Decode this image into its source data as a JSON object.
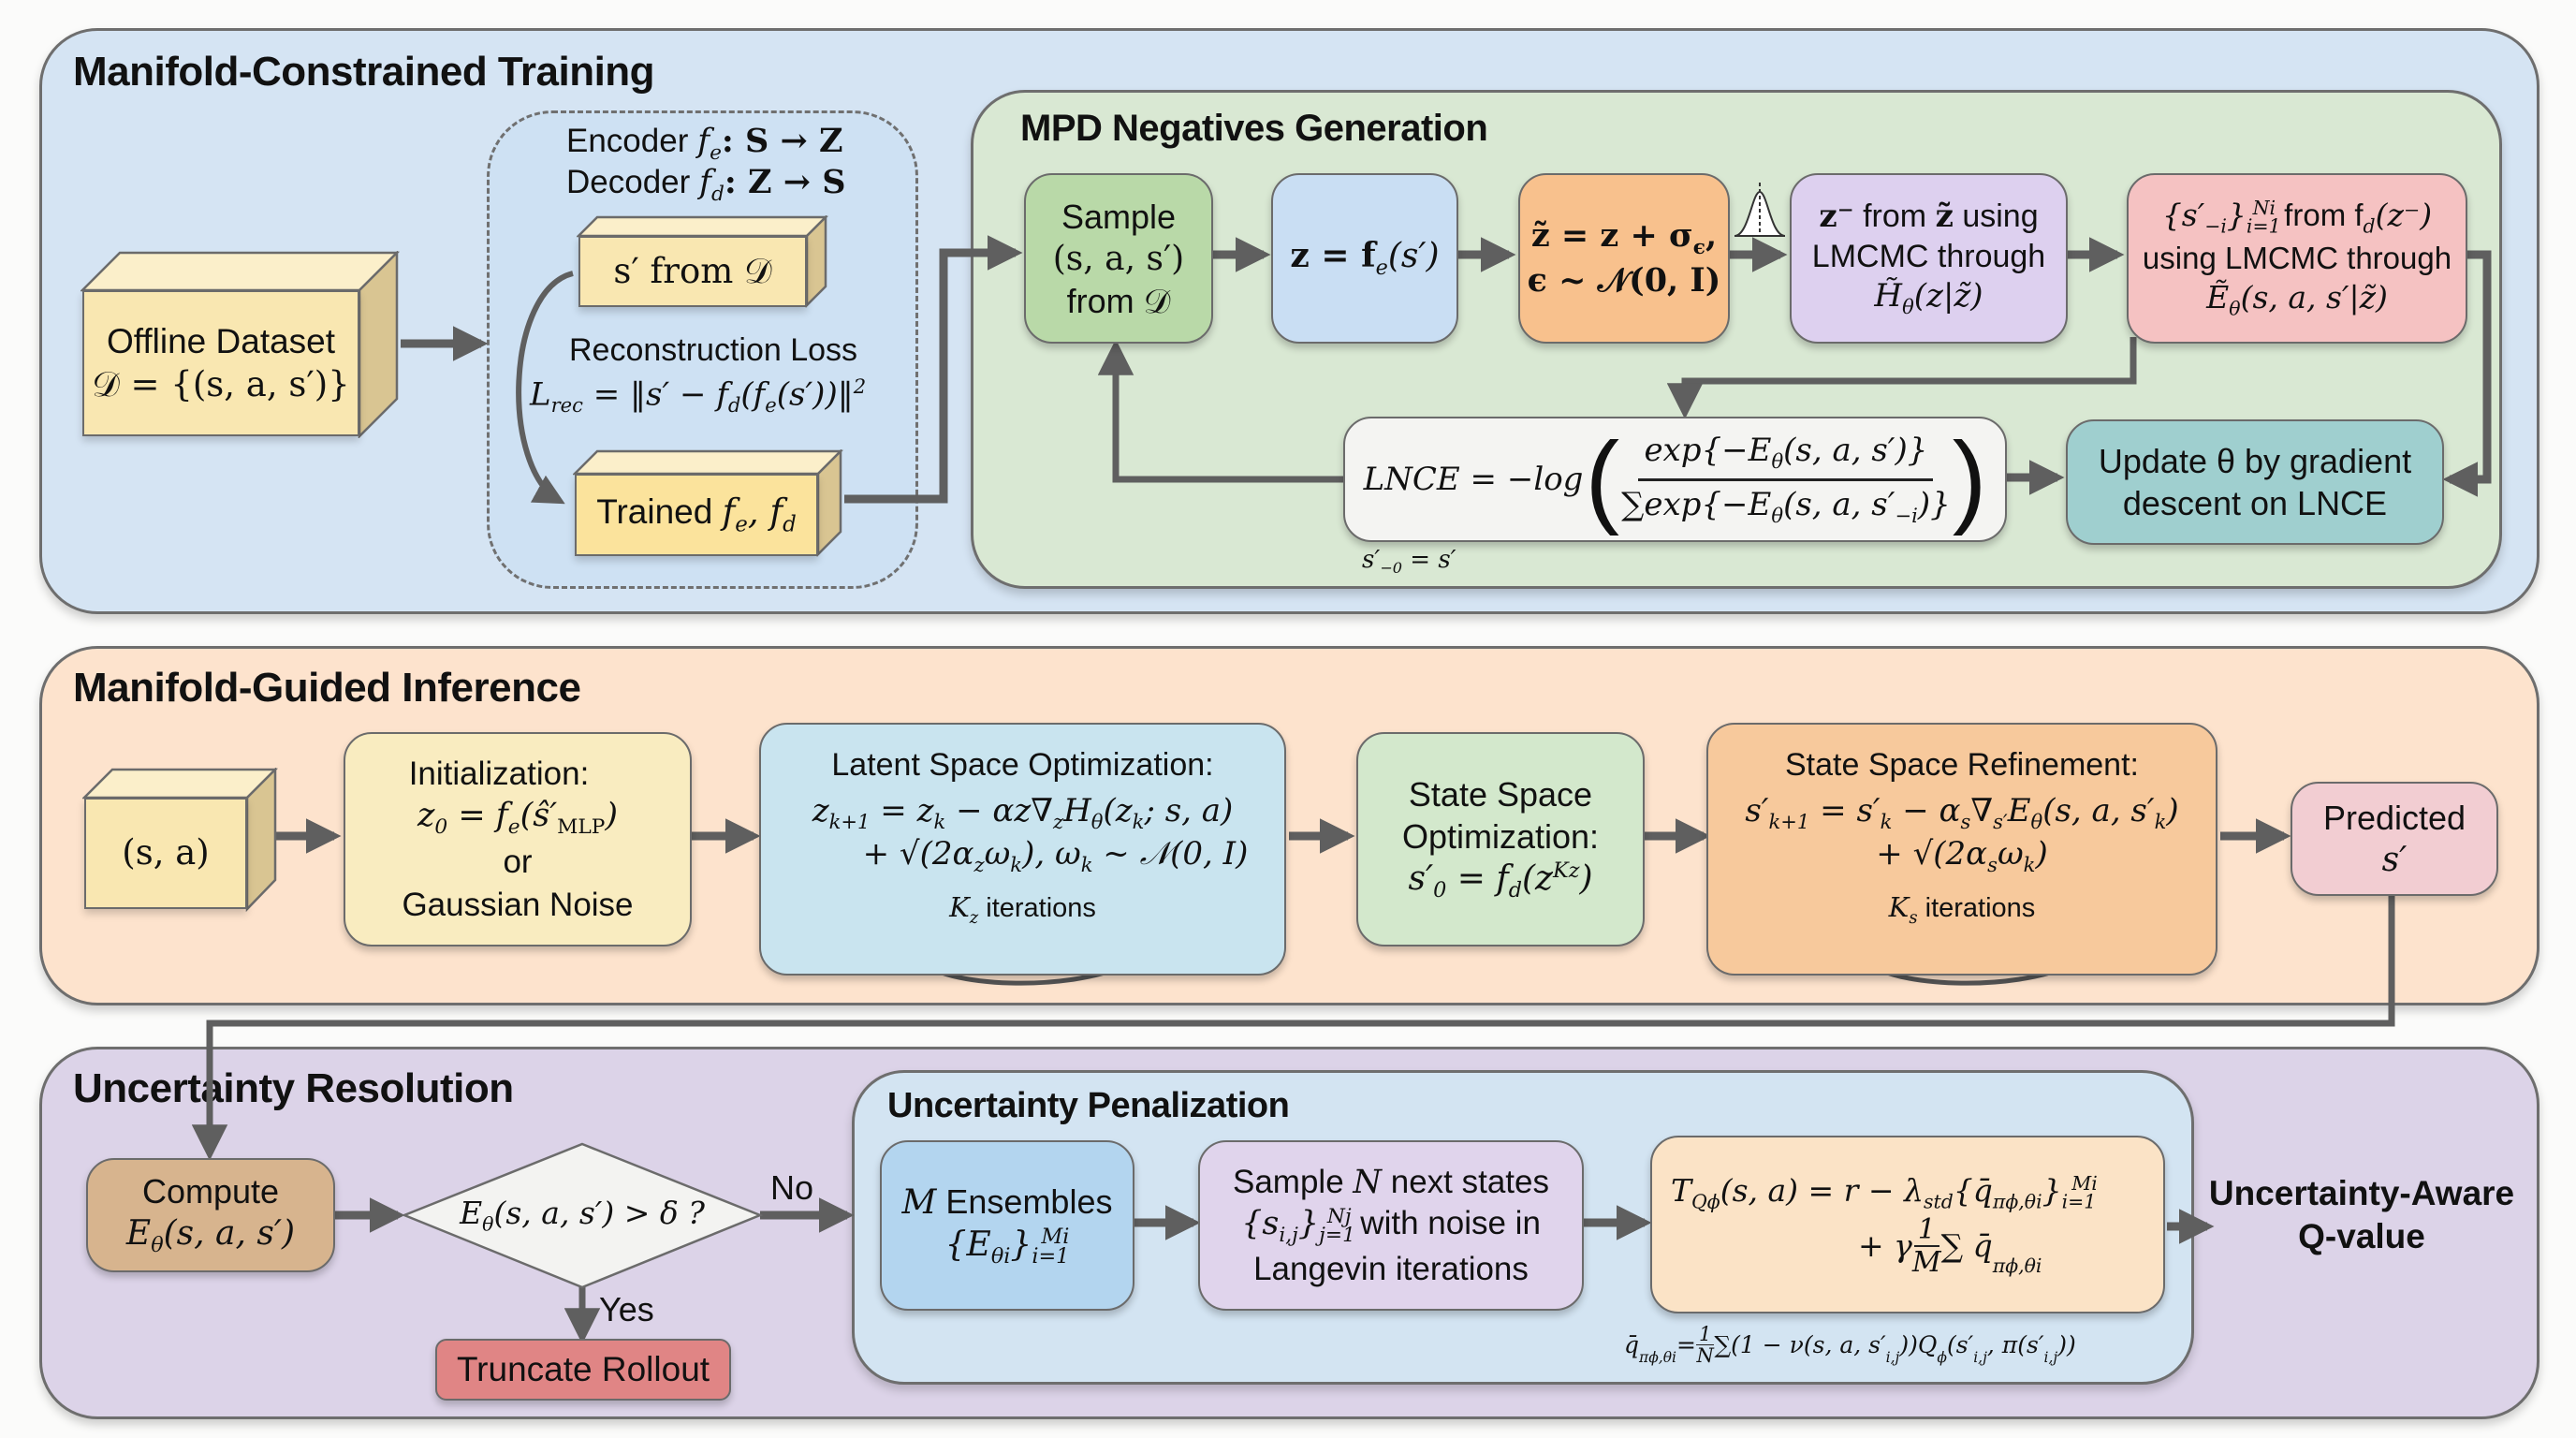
{
  "sections": {
    "training": {
      "title": "Manifold-Constrained Training",
      "bg": "#d5e4f3"
    },
    "mpd": {
      "title": "MPD Negatives Generation",
      "bg": "#d9e8d3"
    },
    "inference": {
      "title": "Manifold-Guided Inference",
      "bg": "#fde3cd"
    },
    "uncertainty": {
      "title": "Uncertainty Resolution",
      "bg": "#dcd3e8"
    },
    "penalization": {
      "title": "Uncertainty Penalization",
      "bg": "#d3e4f2"
    }
  },
  "training": {
    "offline_dataset": {
      "line1": "Offline Dataset",
      "line2": "𝒟 = {(s, a, s′)}"
    },
    "autoencoder": {
      "encoder": "Encoder f_e: S → Z",
      "encoder_parts": [
        "Encoder ",
        "f",
        "e",
        ": S → Z"
      ],
      "decoder_parts": [
        "Decoder ",
        "f",
        "d",
        ": Z → S"
      ],
      "sample_box": "s′ from 𝒟",
      "recon_title": "Reconstruction Loss",
      "recon_formula_lhs": "L",
      "recon_formula_sub": "rec",
      "recon_formula_rhs": " = ‖s′ − f",
      "recon_formula_rhs2": "(f",
      "recon_formula_rhs3": "(s′))‖",
      "recon_sup": "2",
      "trained_label": "Trained ",
      "trained_math": "f",
      "trained_math2": ", f"
    }
  },
  "mpd": {
    "sample": {
      "line1": "Sample",
      "line2": "(s, a, s′)",
      "line3": "from 𝒟"
    },
    "encode": {
      "formula": "z = f",
      "sub": "e",
      "tail": "(s′)"
    },
    "perturb": {
      "line1": "z̃ = z + σ",
      "line1_sub": "ϵ",
      "line1_tail": ",",
      "line2": "ϵ ~ 𝒩(0, I)"
    },
    "latent_lmcmc": {
      "line1_bold": "z⁻",
      "line1_text": " from ",
      "line1_bold2": "z̃",
      "line1_tail": " using",
      "line2": "LMCMC through",
      "line3": "H̃",
      "line3_sub": "θ",
      "line3_tail": "(z|z̃)"
    },
    "state_lmcmc": {
      "line1a": "{s′",
      "line1_sub": "−i",
      "line1b": "}",
      "line1_sub2": "i=1",
      "line1_sup": "Ni",
      "line1c": " from f",
      "line1_sub3": "d",
      "line1d": "(z⁻)",
      "line2": "using LMCMC through",
      "line3": "Ẽ",
      "line3_sub": "θ",
      "line3_tail": "(s, a, s′|z̃)"
    },
    "lnce": {
      "lhs": "LNCE = −log",
      "numerator": "exp{−E",
      "num_sub": "θ",
      "num_tail": "(s, a, s′)}",
      "denominator": "∑exp{−E",
      "den_sub": "θ",
      "den_tail": "(s, a, s′",
      "den_sub2": "−i",
      "den_tail2": ")}",
      "note": "s′",
      "note_sub": "−0",
      "note_tail": " = s′"
    },
    "update": {
      "line1": "Update θ by gradient",
      "line2": "descent on LNCE"
    }
  },
  "inference": {
    "input": "(s, a)",
    "init": {
      "line1": "Initialization:",
      "line2a": "z",
      "line2_sub": "0",
      "line2b": " = f",
      "line2_sub2": "e",
      "line2c": "(ŝ′",
      "line2_sub3": "MLP",
      "line2d": ")",
      "line3": "or",
      "line4": "Gaussian Noise"
    },
    "latent_opt": {
      "title": "Latent Space Optimization:",
      "eq1": "z",
      "eq1_sub": "k+1",
      "eq1b": " = z",
      "eq1_sub2": "k",
      "eq1c": " − αz∇",
      "eq1_sub3": "z",
      "eq1d": "H",
      "eq1_sub4": "θ",
      "eq1e": "(z",
      "eq1_sub5": "k",
      "eq1f": "; s, a)",
      "eq2": "+ √(2α",
      "eq2_sub": "z",
      "eq2b": "ω",
      "eq2_sub2": "k",
      "eq2c": "), ω",
      "eq2_sub3": "k",
      "eq2d": " ~ 𝒩(0, I)",
      "loop_var": "K",
      "loop_sub": "z",
      "loop_label": " iterations"
    },
    "state_opt": {
      "line1": "State Space",
      "line2": "Optimization:",
      "eq": "s′",
      "eq_sub": "0",
      "eq_b": " = f",
      "eq_sub2": "d",
      "eq_c": "(z",
      "eq_sup": "Kz",
      "eq_d": ")"
    },
    "state_refine": {
      "title": "State Space Refinement:",
      "eq1": "s′",
      "eq1_sub": "k+1",
      "eq1b": " = s′",
      "eq1_sub2": "k",
      "eq1c": " − α",
      "eq1_sub3": "s",
      "eq1d": "∇",
      "eq1_sub4": "s′",
      "eq1e": "E",
      "eq1_sub5": "θ",
      "eq1f": "(s, a, s′",
      "eq1_sub6": "k",
      "eq1g": ")",
      "eq2": "+ √(2α",
      "eq2_sub": "s",
      "eq2b": "ω",
      "eq2_sub2": "k",
      "eq2c": ")",
      "loop_var": "K",
      "loop_sub": "s",
      "loop_label": " iterations"
    },
    "predicted": {
      "line1": "Predicted",
      "line2": "s′"
    }
  },
  "uncertainty": {
    "compute": {
      "line1": "Compute",
      "line2": "E",
      "line2_sub": "θ",
      "line2_tail": "(s, a, s′)"
    },
    "decision": {
      "text": "E",
      "sub": "θ",
      "tail": "(s, a, s′) > δ ?"
    },
    "no_label": "No",
    "yes_label": "Yes",
    "truncate": "Truncate Rollout",
    "ensembles": {
      "line1a": "M",
      "line1b": " Ensembles",
      "line2": "{E",
      "line2_sub": "θi",
      "line2b": "}",
      "line2_sub2": "i=1",
      "line2_sup": "Mi"
    },
    "sample_next": {
      "line1a": "Sample ",
      "line1b": "N",
      "line1c": " next states",
      "line2a": "{s",
      "line2_sub": "i,j",
      "line2b": "}",
      "line2_sub2": "j=1",
      "line2_sup": "Nj",
      "line2c": " with noise in",
      "line3": "Langevin iterations"
    },
    "target": {
      "eq1": "T",
      "eq1_sub": "Qϕ",
      "eq1b": "(s, a) = r − λ",
      "eq1_sub2": "std",
      "eq1c": "{q̄",
      "eq1_sub3": "πϕ,θi",
      "eq1d": "}",
      "eq1_sub4": "i=1",
      "eq1_sup": "Mi",
      "eq2a": "+ γ ",
      "eq2_num": "1",
      "eq2_den": "M",
      "eq2b": " ∑ q̄",
      "eq2_sub": "πϕ,θi"
    },
    "qbar_note": {
      "a": "q̄",
      "a_sub": "πϕ,θi",
      "b": " = ",
      "num": "1",
      "den": "N",
      "c": "∑(1 − ν(s, a, s′",
      "c_sub": "i,j",
      "d": "))Q",
      "d_sub": "ϕ",
      "e": "(s′",
      "e_sub": "i,j",
      "f": ", π(s′",
      "f_sub": "i,j",
      "g": "))"
    },
    "output": {
      "line1": "Uncertainty-Aware",
      "line2": "Q-value"
    }
  },
  "colors": {
    "arrow": "#5f5f5f",
    "box_yellow": "#f9e7b1",
    "box_green": "#b9d9a8",
    "box_blue": "#c9def3",
    "box_orange": "#f8c18d",
    "box_purple": "#ddd0ef",
    "box_pink": "#f5c2c2",
    "box_white": "#f4f4f2",
    "box_teal": "#9fcfcf",
    "box_lightblue": "#c9e4ef",
    "box_lightgreen": "#d3e8cc",
    "box_peach": "#f7c99c",
    "box_rose": "#f2cdd2",
    "box_tan": "#d7b48e",
    "box_red": "#e08585",
    "box_ens_blue": "#b3d5ef",
    "box_lavender": "#e0d4ec",
    "box_cream": "#fbe3c6"
  }
}
